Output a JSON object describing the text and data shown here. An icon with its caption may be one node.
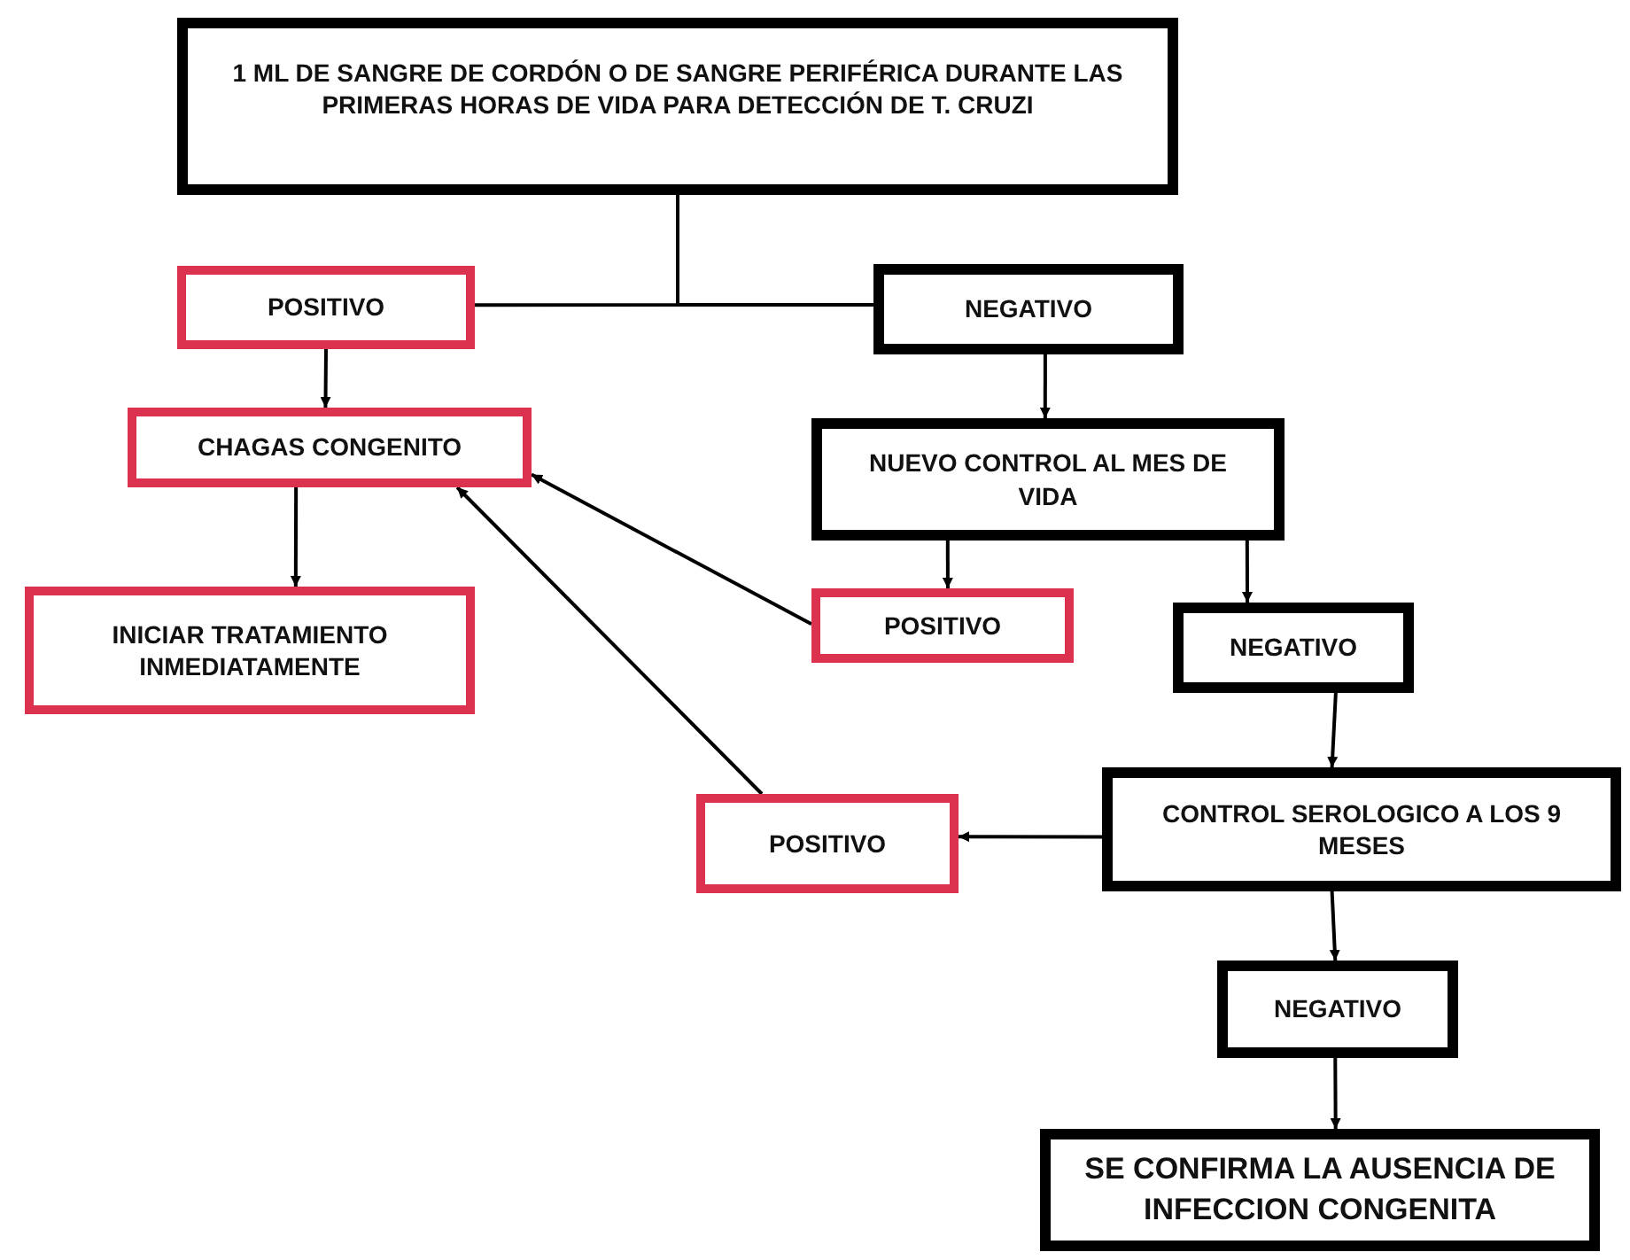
{
  "diagram": {
    "nodes": [
      {
        "text": [
          "1 ML DE SANGRE DE CORDÓN  O DE SANGRE PERIFÉRICA DURANTE LAS PRIMERAS HORAS DE VIDA PARA DETECCIÓN DE T. CRUZI"
        ]
      },
      {
        "text": [
          "POSITIVO"
        ]
      },
      {
        "text": [
          "NEGATIVO"
        ]
      },
      {
        "text": [
          "CHAGAS CONGENITO"
        ]
      },
      {
        "text": [
          "NUEVO CONTROL AL MES DE VIDA"
        ]
      },
      {
        "text": [
          "INICIAR TRATAMIENTO INMEDIATAMENTE"
        ]
      },
      {
        "text": [
          "POSITIVO"
        ]
      },
      {
        "text": [
          "NEGATIVO"
        ]
      },
      {
        "text": [
          "POSITIVO"
        ]
      },
      {
        "text": [
          "CONTROL SEROLOGICO A LOS 9 MESES"
        ]
      },
      {
        "text": [
          "NEGATIVO"
        ]
      },
      {
        "text": [
          "SE CONFIRMA LA AUSENCIA DE INFECCION CONGENITA"
        ]
      }
    ],
    "edges": [
      {
        "from": 0,
        "to": 1,
        "arrow": "none"
      },
      {
        "from": 0,
        "to": 2,
        "arrow": "none"
      },
      {
        "from": 1,
        "to": 3,
        "arrow": "to"
      },
      {
        "from": 3,
        "to": 5,
        "arrow": "to"
      },
      {
        "from": 2,
        "to": 4,
        "arrow": "to"
      },
      {
        "from": 4,
        "to": 6,
        "arrow": "to"
      },
      {
        "from": 4,
        "to": 7,
        "arrow": "to"
      },
      {
        "from": 6,
        "to": 3,
        "arrow": "to"
      },
      {
        "from": 8,
        "to": 3,
        "arrow": "to"
      },
      {
        "from": 7,
        "to": 9,
        "arrow": "to"
      },
      {
        "from": 9,
        "to": 8,
        "arrow": "to"
      },
      {
        "from": 9,
        "to": 10,
        "arrow": "to"
      },
      {
        "from": 10,
        "to": 11,
        "arrow": "to"
      }
    ]
  }
}
